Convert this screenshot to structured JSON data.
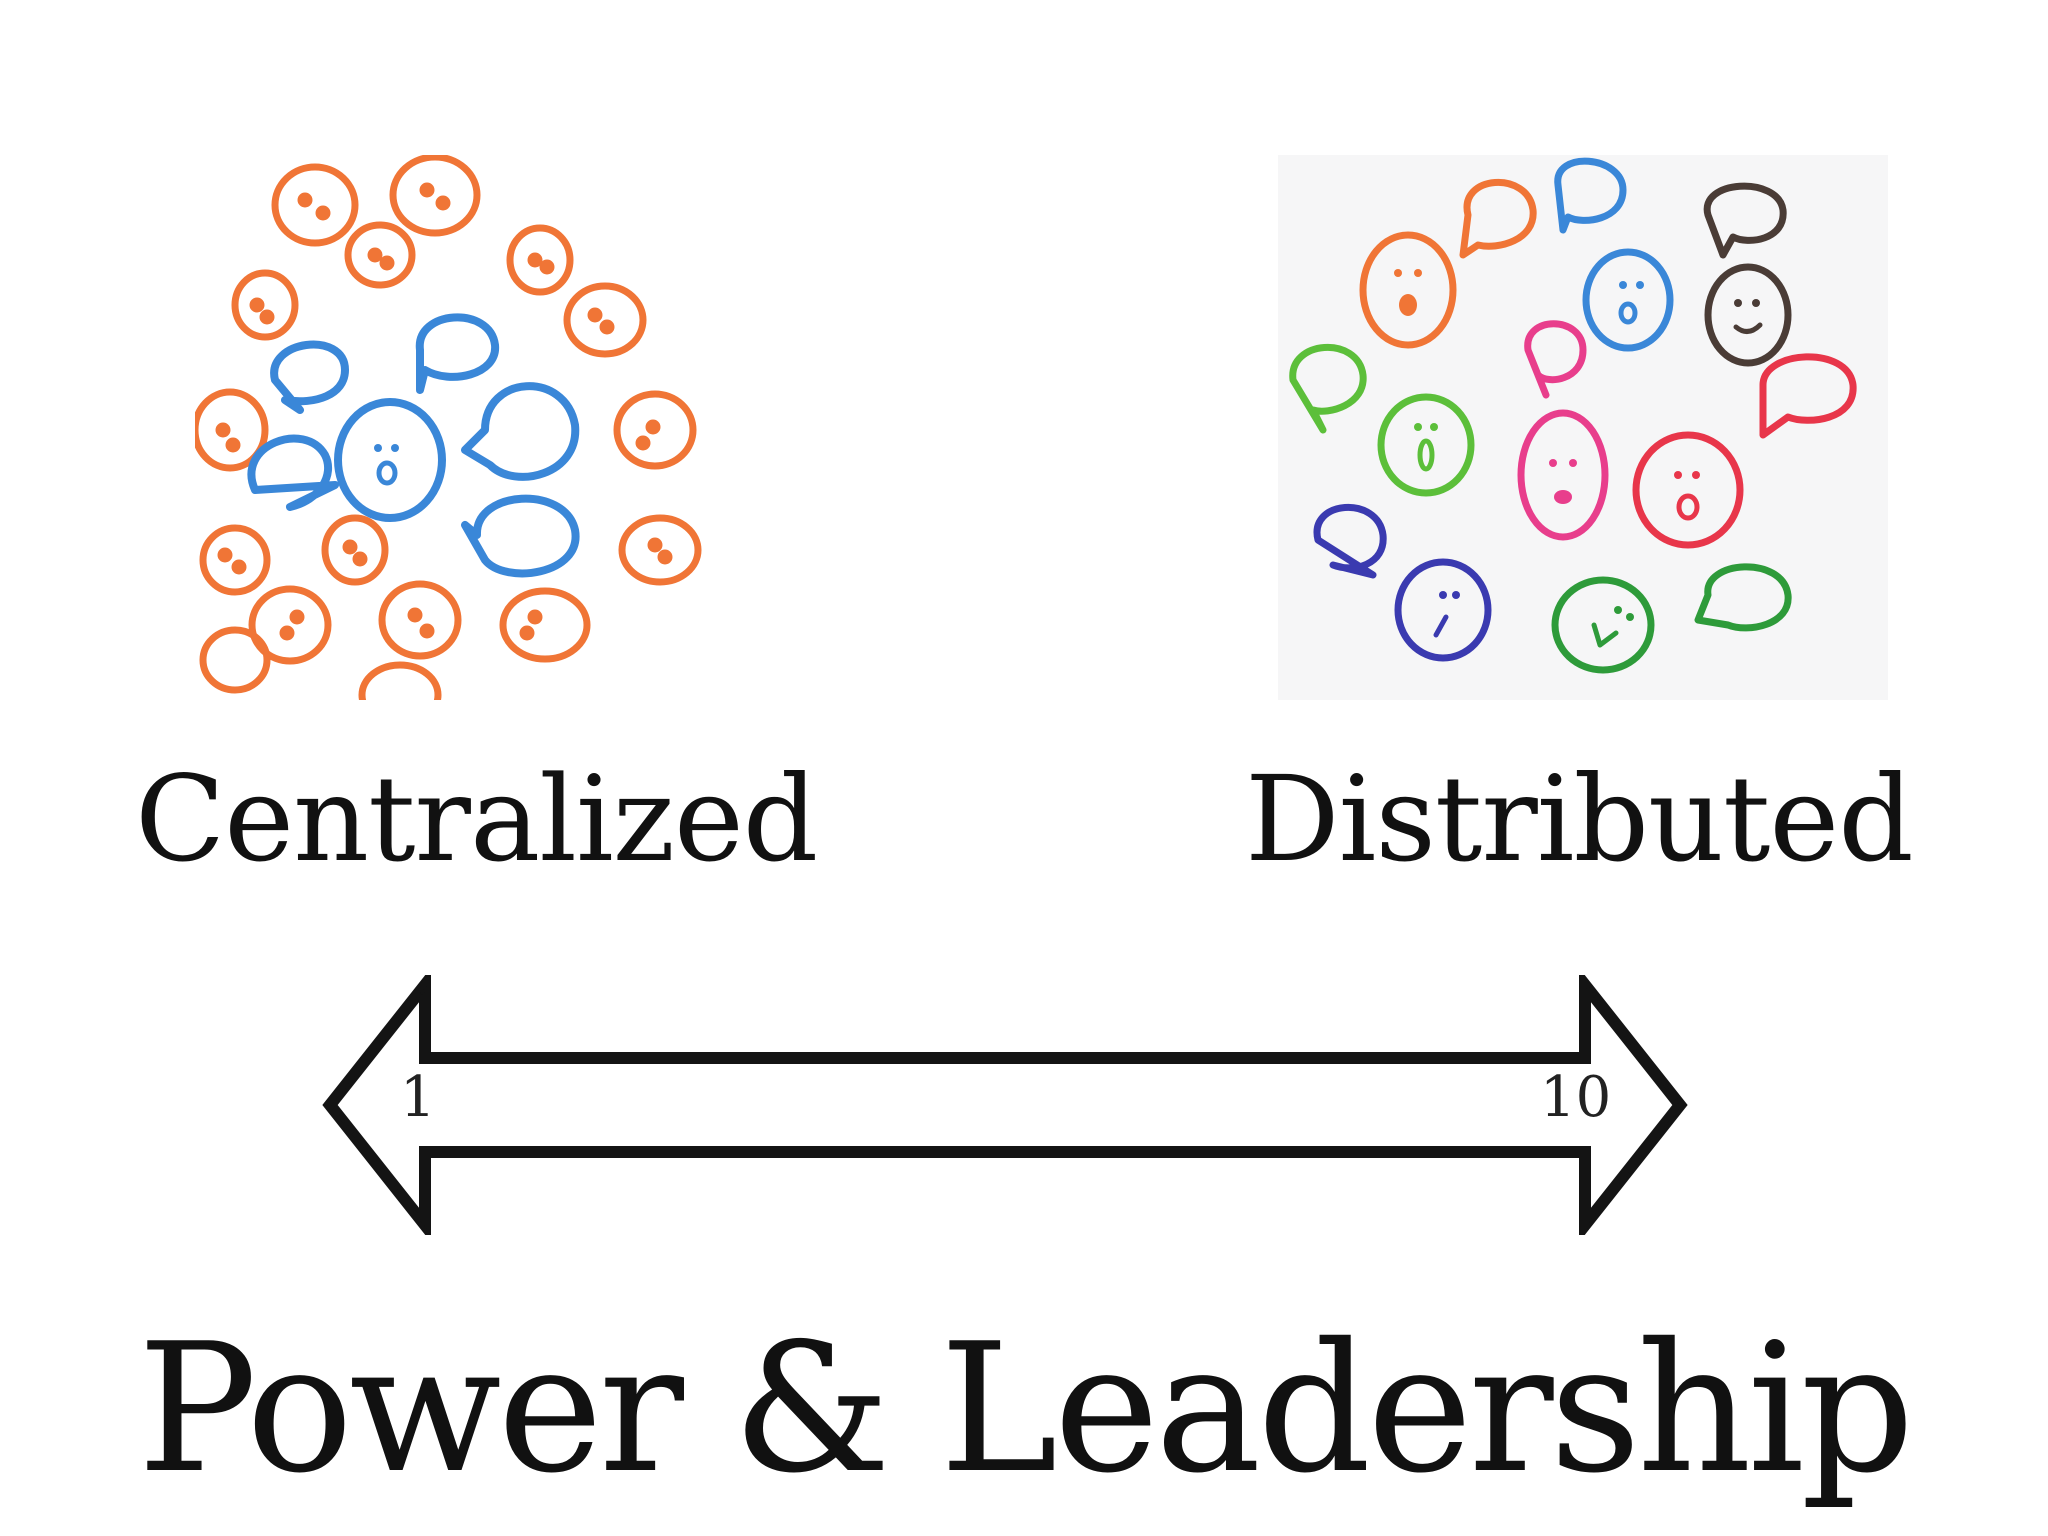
{
  "title": "Power & Leadership",
  "left_panel": {
    "label": "Centralized",
    "icon": "centralized-faces-icon",
    "colors": {
      "outer": "#f07536",
      "inner": "#3a87d8"
    }
  },
  "right_panel": {
    "label": "Distributed",
    "icon": "distributed-faces-icon",
    "colors": [
      "#f07536",
      "#3a87d8",
      "#4a3c36",
      "#e83e8c",
      "#5cbf3a",
      "#e8364a",
      "#3a3ab0",
      "#2e9b3a"
    ]
  },
  "scale": {
    "min_label": "1",
    "max_label": "10",
    "icon": "double-arrow-icon"
  }
}
